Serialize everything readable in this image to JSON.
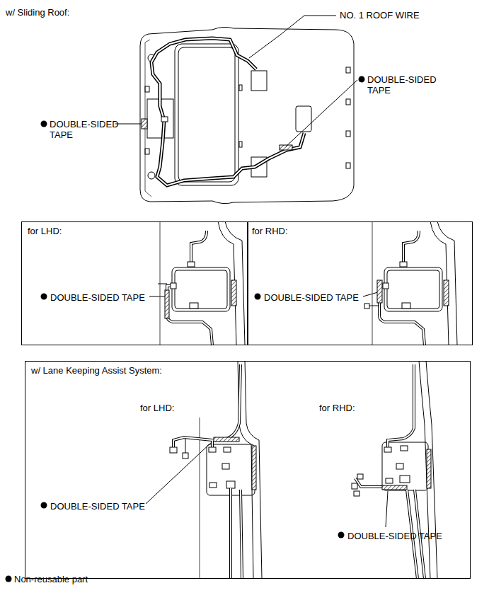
{
  "diagram": {
    "title": "w/ Sliding Roof:",
    "nodes": [
      {
        "text": [
          "for LHD:",
          "DOUBLE-SIDED TAPE"
        ]
      },
      {
        "text": [
          "for RHD:",
          "DOUBLE-SIDED TAPE"
        ]
      },
      {
        "text": [
          "w/ Lane Keeping Assist System:",
          "for LHD:",
          "for RHD:",
          "DOUBLE-SIDED TAPE",
          "DOUBLE-SIDED TAPE"
        ]
      }
    ],
    "labels": [
      "NO. 1 ROOF WIRE",
      "DOUBLE-SIDED TAPE",
      "DOUBLE-SIDED TAPE"
    ],
    "legend": [
      {
        "text": "Non-reusable part"
      }
    ]
  }
}
